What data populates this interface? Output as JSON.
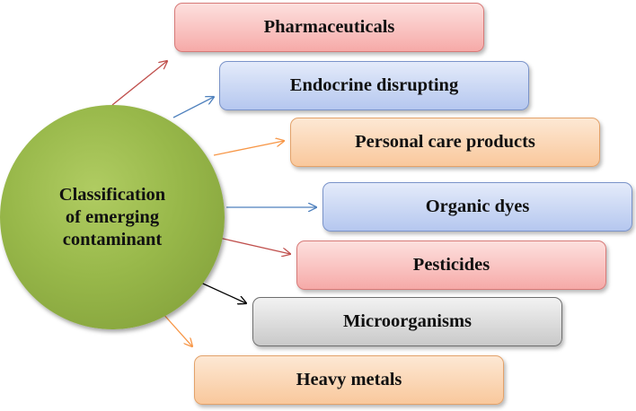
{
  "center": {
    "label_lines": [
      "Classification",
      "of emerging",
      "contaminant"
    ]
  },
  "categories": [
    {
      "label": "Pharmaceuticals",
      "color": "red",
      "arrow_color": "#c0504d"
    },
    {
      "label": "Endocrine disrupting",
      "color": "blue",
      "arrow_color": "#4f81bd"
    },
    {
      "label": "Personal care products",
      "color": "orange",
      "arrow_color": "#f79646"
    },
    {
      "label": "Organic dyes",
      "color": "blue",
      "arrow_color": "#4f81bd"
    },
    {
      "label": "Pesticides",
      "color": "red",
      "arrow_color": "#c0504d"
    },
    {
      "label": "Microorganisms",
      "color": "gray",
      "arrow_color": "#000000"
    },
    {
      "label": "Heavy metals",
      "color": "orange",
      "arrow_color": "#f79646"
    }
  ]
}
